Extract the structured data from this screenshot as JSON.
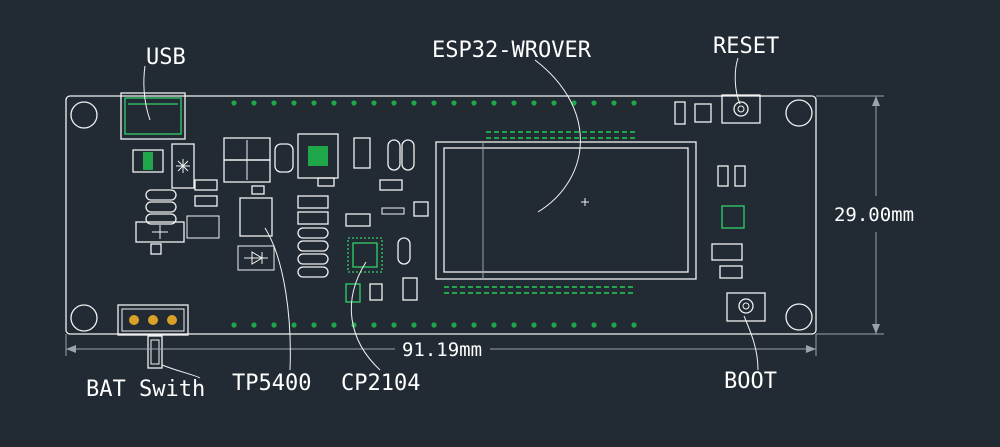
{
  "title": "ESP32-WROVER",
  "labels": {
    "usb": "USB",
    "esp32": "ESP32-WROVER",
    "reset": "RESET",
    "tp5400": "TP5400",
    "cp2104": "CP2104",
    "bat_switch": "BAT Swith",
    "boot": "BOOT"
  },
  "dimensions": {
    "width": "91.19mm",
    "height": "29.00mm"
  },
  "colors": {
    "background": "#222a33",
    "outline": "#f2f2f2",
    "pad": "#33d16a",
    "accent": "#d9a12a"
  }
}
